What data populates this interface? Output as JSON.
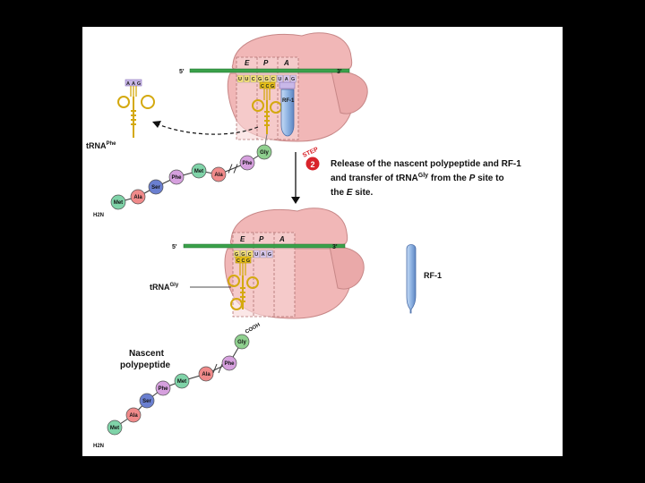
{
  "top_panel": {
    "five_prime": "5'",
    "three_prime": "3'",
    "site_e": "E",
    "site_p": "P",
    "site_a": "A",
    "mrna_codons": [
      "U",
      "U",
      "C",
      "G",
      "G",
      "C",
      "U",
      "A",
      "G"
    ],
    "anticodon_phe": [
      "A",
      "A",
      "G"
    ],
    "anticodon_gly": [
      "C",
      "C",
      "G"
    ],
    "rf1_in_site": "RF-1",
    "trna_phe_label": "tRNA",
    "trna_phe_sup": "Phe",
    "chain": [
      "Gly",
      "Phe",
      "Ala",
      "Met",
      "Phe",
      "Ser",
      "Ala",
      "Met"
    ],
    "n_terminus": "H2N"
  },
  "step": {
    "word": "STEP",
    "number": "2",
    "line1": "Release of the nascent polypeptide and RF-1",
    "line2_a": "and transfer of tRNA",
    "line2_sup": "Gly",
    "line2_b": " from the ",
    "line2_site": "P",
    "line2_c": " site to",
    "line3_a": "the ",
    "line3_site": "E",
    "line3_b": " site."
  },
  "bottom_panel": {
    "five_prime": "5'",
    "three_prime": "3'",
    "site_e": "E",
    "site_p": "P",
    "site_a": "A",
    "mrna_codons": [
      "G",
      "G",
      "C",
      "U",
      "A",
      "G"
    ],
    "anticodon_gly": [
      "C",
      "C",
      "G"
    ],
    "trna_gly_label": "tRNA",
    "trna_gly_sup": "Gly",
    "rf1_free": "RF-1",
    "nascent_1": "Nascent",
    "nascent_2": "polypeptide",
    "c_terminus": "COOH",
    "chain": [
      "Gly",
      "Phe",
      "Ala",
      "Met",
      "Phe",
      "Ser",
      "Ala",
      "Met"
    ],
    "n_terminus": "H2N"
  },
  "colors": {
    "ribosome": "#f1b7b7",
    "ribosome_edge": "#c78787",
    "mrna": "#3aa14a",
    "trna": "#e9c218",
    "rf1": "#8fb4e3",
    "gly": "#8fd08f",
    "phe": "#d6a0de",
    "ala": "#f08a8a",
    "met": "#7fd3a8",
    "ser": "#6a7fd0",
    "step_red": "#d8232a"
  }
}
